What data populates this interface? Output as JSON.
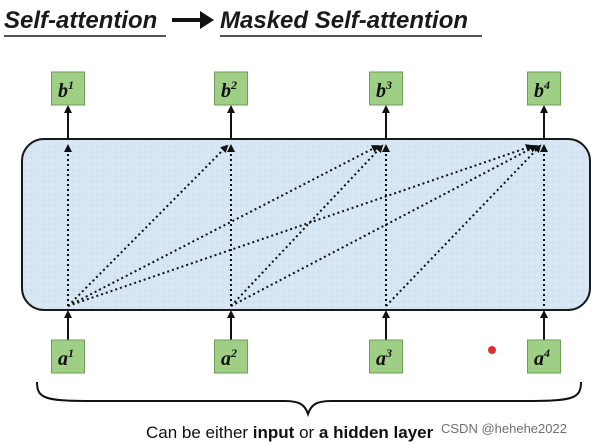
{
  "title": {
    "left": "Self-attention",
    "right": "Masked Self-attention"
  },
  "nodes": {
    "inputs": [
      {
        "base": "a",
        "sup": "1"
      },
      {
        "base": "a",
        "sup": "2"
      },
      {
        "base": "a",
        "sup": "3"
      },
      {
        "base": "a",
        "sup": "4"
      }
    ],
    "outputs": [
      {
        "base": "b",
        "sup": "1"
      },
      {
        "base": "b",
        "sup": "2"
      },
      {
        "base": "b",
        "sup": "3"
      },
      {
        "base": "b",
        "sup": "4"
      }
    ]
  },
  "caption": {
    "part1": "Can be either ",
    "part2": "input",
    "part3": " or ",
    "part4": "a hidden layer"
  },
  "watermark": "CSDN @hehehe2022",
  "colors": {
    "node_fill": "#9fcf84",
    "node_stroke": "#6e9e5a",
    "block_fill": "#d6e6f4",
    "block_stroke": "#1a1a1a",
    "arrow": "#111111",
    "marker_dot": "#e03030"
  },
  "connections": [
    {
      "from": 1,
      "to": 1
    },
    {
      "from": 1,
      "to": 2
    },
    {
      "from": 1,
      "to": 3
    },
    {
      "from": 1,
      "to": 4
    },
    {
      "from": 2,
      "to": 2
    },
    {
      "from": 2,
      "to": 3
    },
    {
      "from": 2,
      "to": 4
    },
    {
      "from": 3,
      "to": 3
    },
    {
      "from": 3,
      "to": 4
    },
    {
      "from": 4,
      "to": 4
    }
  ]
}
